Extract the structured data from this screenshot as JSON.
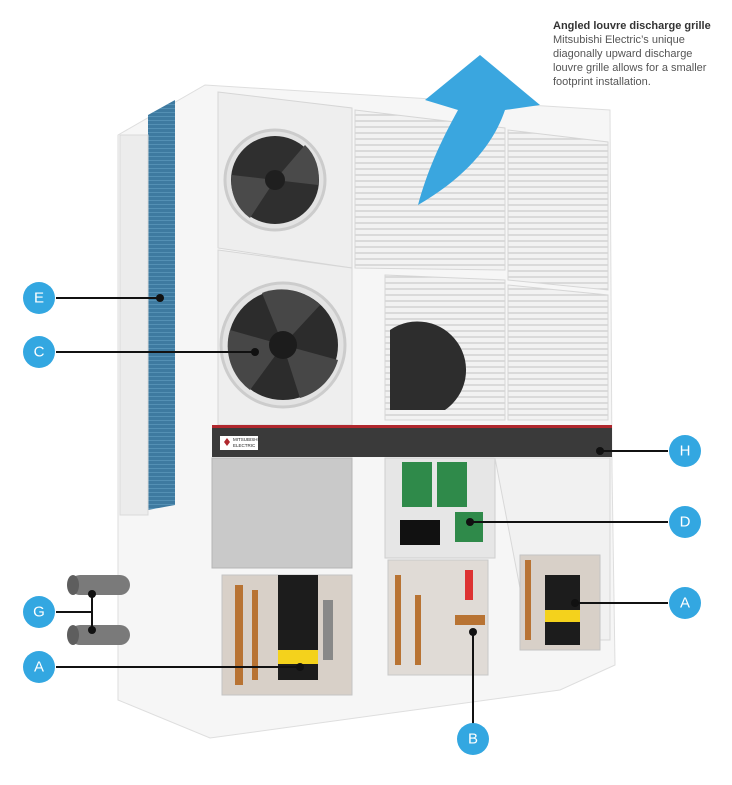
{
  "caption": {
    "title": "Angled louvre discharge grille",
    "body": "Mitsubishi Electric’s unique diagonally upward discharge louvre grille allows for a smaller footprint installation."
  },
  "brand": {
    "line1": "MITSUBISHI",
    "line2": "ELECTRIC"
  },
  "labels": {
    "E": "E",
    "C": "C",
    "H": "H",
    "D": "D",
    "A_right": "A",
    "G": "G",
    "A_left": "A",
    "B": "B"
  },
  "colors": {
    "badge": "#33a7e1",
    "arrow": "#3aa6df",
    "coil": "#3e7aa0",
    "band": "#3a3a3a",
    "stripe": "#b0272d"
  }
}
